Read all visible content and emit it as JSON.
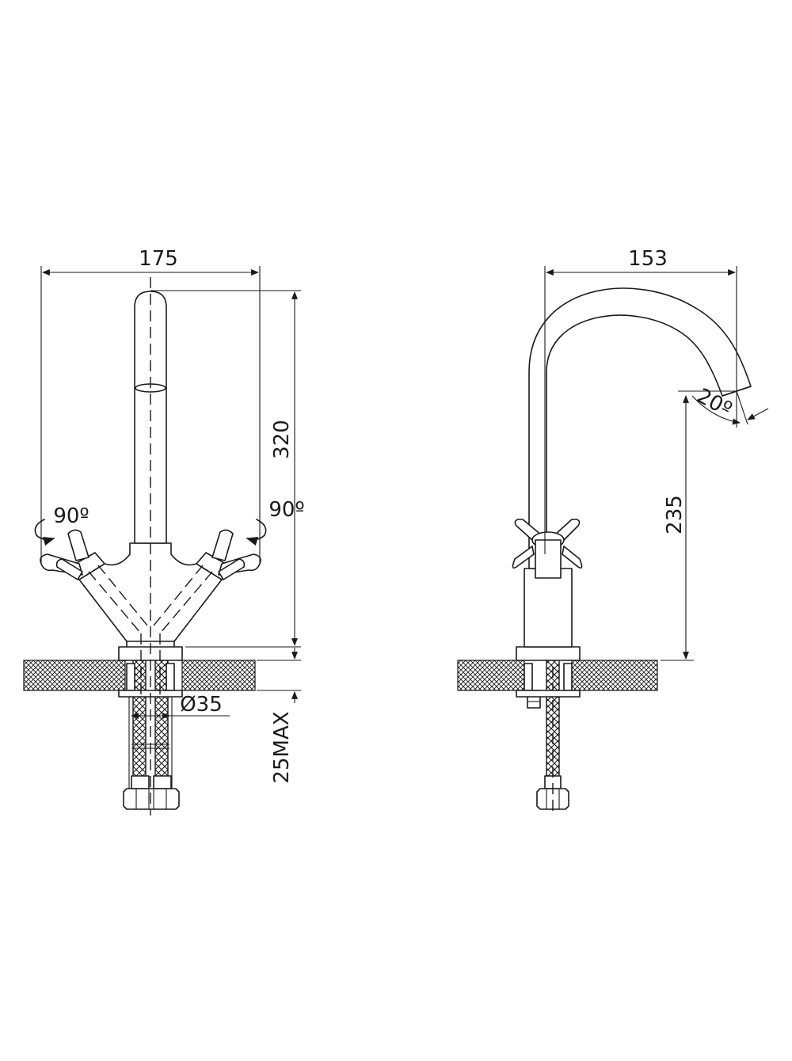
{
  "dimensions": {
    "front_width": "175",
    "front_height": "320",
    "handle_rotation_left": "90º",
    "handle_rotation_right": "90º",
    "hole_diameter": "Ø35",
    "counter_thickness": "25MAX",
    "side_reach": "153",
    "spout_angle": "20º",
    "spout_height": "235"
  },
  "colors": {
    "line": "#1a1a1a",
    "background": "#ffffff"
  }
}
